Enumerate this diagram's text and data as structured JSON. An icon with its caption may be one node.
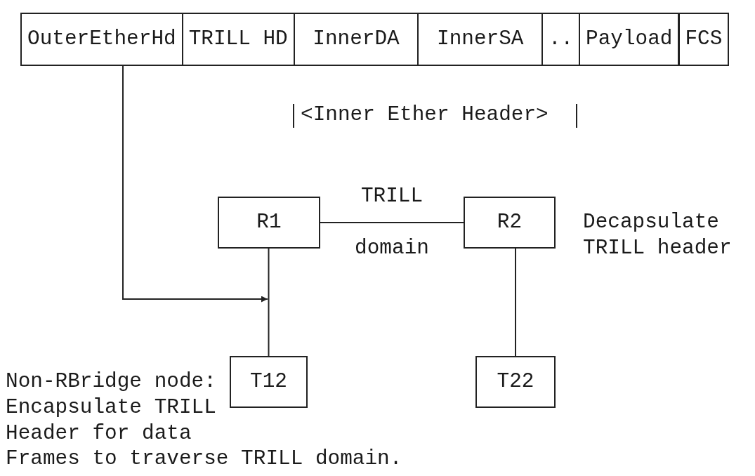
{
  "diagram": {
    "nodes": [
      {
        "text": [
          "OuterEtherHd"
        ]
      },
      {
        "text": [
          "TRILL HD"
        ]
      },
      {
        "text": [
          "InnerDA"
        ]
      },
      {
        "text": [
          "InnerSA"
        ]
      },
      {
        "text": [
          ".."
        ]
      },
      {
        "text": [
          "Payload"
        ]
      },
      {
        "text": [
          "FCS"
        ]
      },
      {
        "text": [
          "R1"
        ]
      },
      {
        "text": [
          "R2"
        ],
        "beside": [
          "Decapsulate TRILL header"
        ]
      },
      {
        "text": [
          "T12"
        ],
        "beside": [
          "Non-RBridge node: Encapsulate TRILL Header for data Frames to traverse TRILL domain."
        ]
      },
      {
        "text": [
          "T22"
        ]
      }
    ],
    "edges": [
      {
        "from": 0,
        "to": null,
        "arrow": "to"
      },
      {
        "from": 7,
        "to": 8,
        "arrow": "none",
        "label": "TRILL domain"
      },
      {
        "from": 7,
        "to": 9,
        "arrow": "none"
      },
      {
        "from": 8,
        "to": 10,
        "arrow": "none"
      }
    ],
    "labels": [
      "<Inner Ether Header>"
    ]
  }
}
